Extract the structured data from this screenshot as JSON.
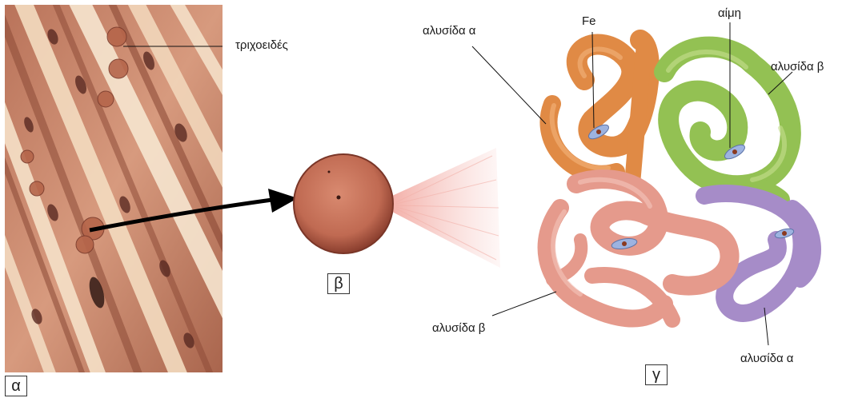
{
  "panels": {
    "a": {
      "tag": "α",
      "capillary_label": "τριχοειδές"
    },
    "b": {
      "tag": "β"
    },
    "c": {
      "tag": "γ",
      "labels": {
        "alpha_top": "αλυσίδα α",
        "fe": "Fe",
        "heme": "αίμη",
        "beta_right": "αλυσίδα β",
        "beta_bottom": "αλυσίδα β",
        "alpha_bottom": "αλυσίδα α"
      }
    }
  },
  "colors": {
    "tissue_bg": "#c98a6a",
    "chain_orange": "#e08a45",
    "chain_green": "#93c153",
    "chain_pink": "#e59a8c",
    "chain_purple": "#a68cc8",
    "heme": "#9db3e0"
  }
}
